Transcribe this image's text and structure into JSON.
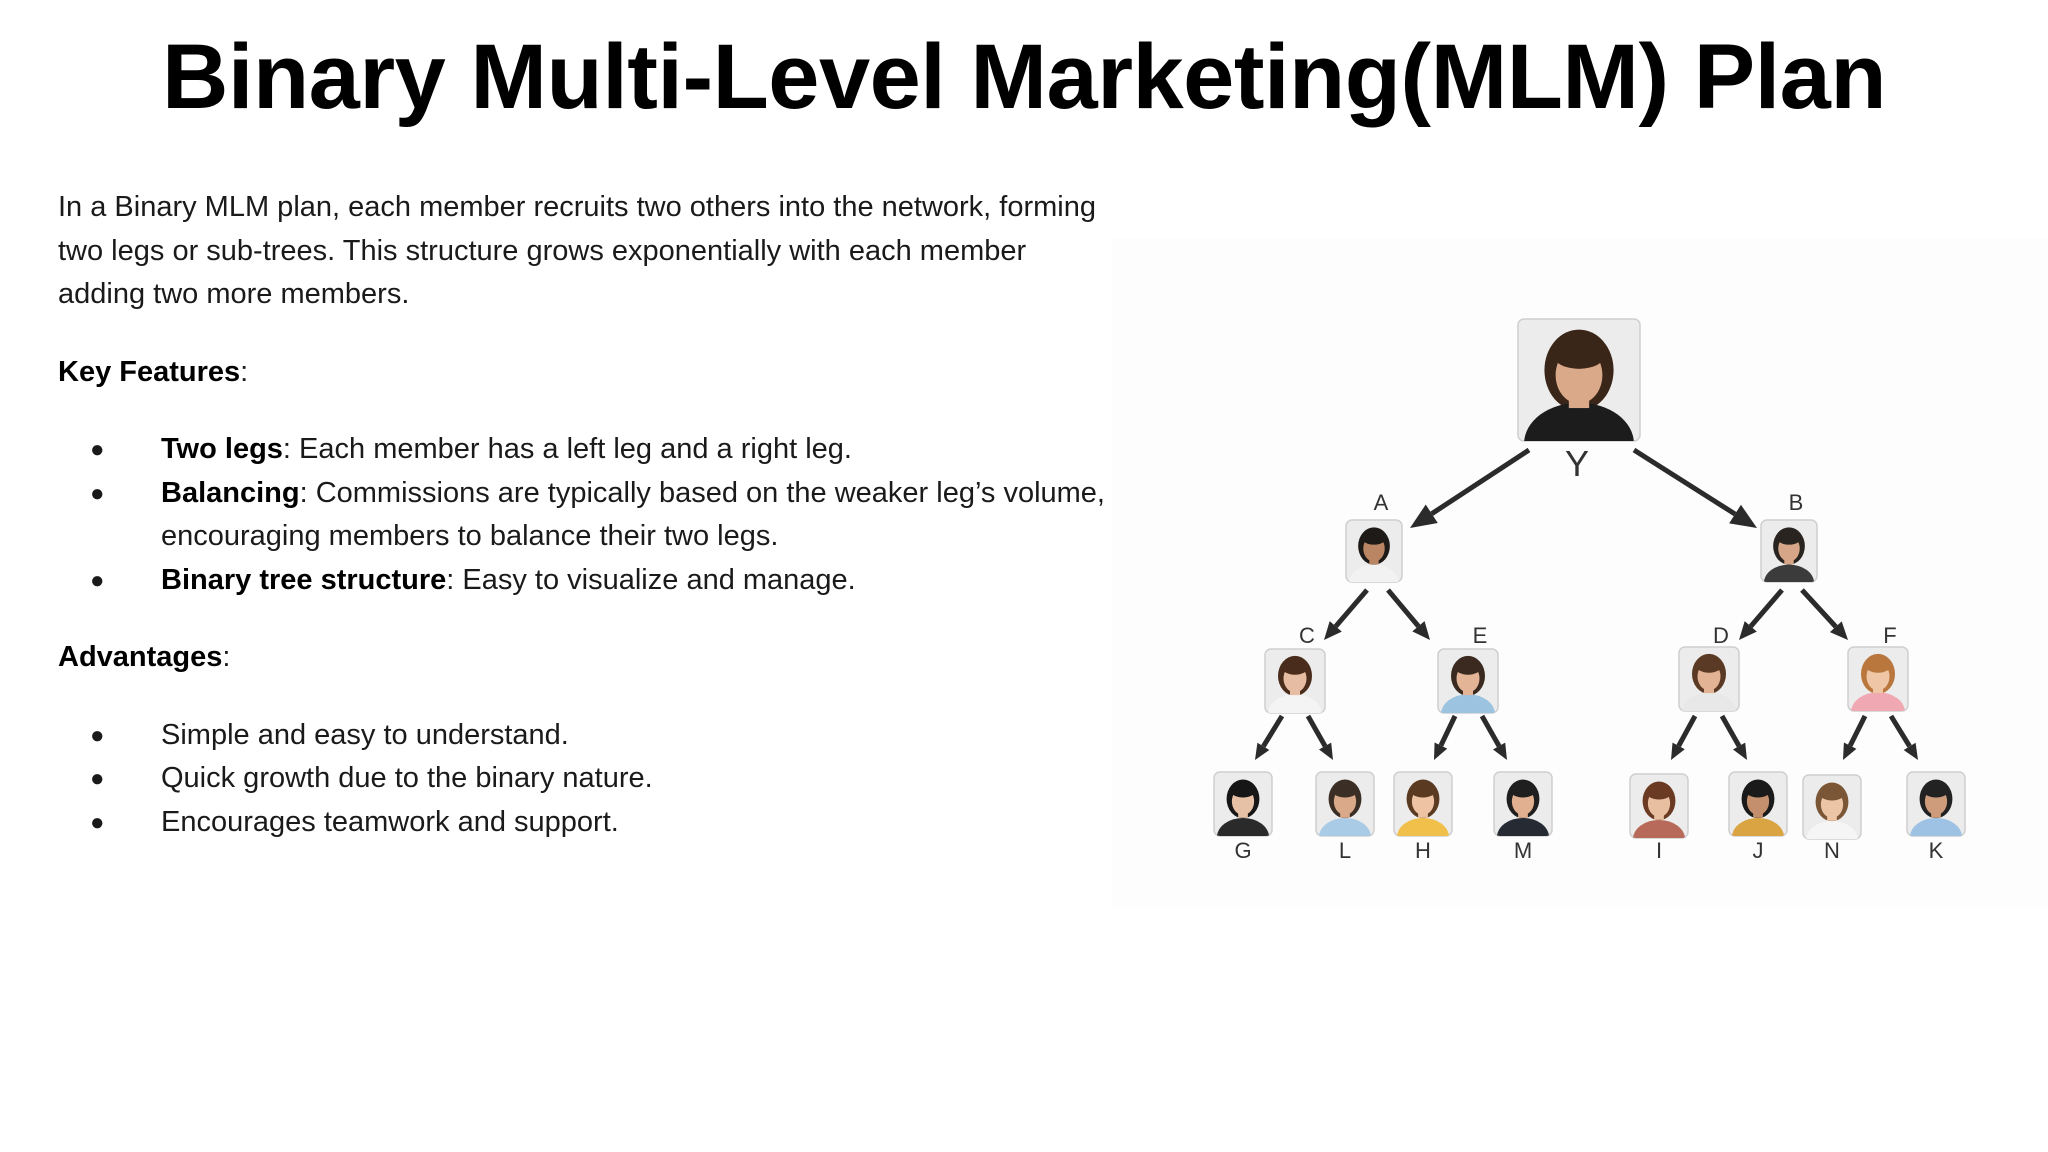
{
  "title": "Binary Multi-Level Marketing(MLM) Plan",
  "intro": "In a Binary MLM plan, each member recruits two others into the network, forming two legs or sub-trees. This structure grows exponentially with each member adding two more members.",
  "key_features": {
    "heading": "Key Features",
    "suffix": ":",
    "items": [
      {
        "term": "Two legs",
        "text": ": Each member has a left leg and a right leg."
      },
      {
        "term": "Balancing",
        "text": ": Commissions are typically based on the weaker leg’s volume, encouraging members to balance their two legs."
      },
      {
        "term": "Binary tree structure",
        "text": ": Easy to visualize and manage."
      }
    ]
  },
  "advantages": {
    "heading": "Advantages",
    "suffix": ":",
    "items": [
      "Simple and easy to understand.",
      "Quick growth due to the binary nature.",
      "Encourages teamwork and support."
    ]
  },
  "bullet_glyph": "●",
  "tree": {
    "root": {
      "label": "Y",
      "hair": "#3a2618",
      "shirt": "#1c1c1c",
      "skin": "#d9a98a"
    },
    "level1": [
      {
        "label": "A",
        "hair": "#1e1a17",
        "shirt": "#f2f2f2",
        "skin": "#b98563"
      },
      {
        "label": "B",
        "hair": "#2a2420",
        "shirt": "#3b3b3b",
        "skin": "#d7a688"
      }
    ],
    "level2": [
      {
        "label": "C",
        "hair": "#4a2c1c",
        "shirt": "#f4f4f4",
        "skin": "#e6bda2"
      },
      {
        "label": "E",
        "hair": "#3a2a1f",
        "shirt": "#9cc3e0",
        "skin": "#e3b596"
      },
      {
        "label": "D",
        "hair": "#5a3a24",
        "shirt": "#e8e8e8",
        "skin": "#e2b394"
      },
      {
        "label": "F",
        "hair": "#b9773d",
        "shirt": "#f0a8b2",
        "skin": "#efc6a6"
      }
    ],
    "level3": [
      {
        "label": "G",
        "hair": "#161616",
        "shirt": "#2a2a2a",
        "skin": "#e7c1a6"
      },
      {
        "label": "L",
        "hair": "#3b2e25",
        "shirt": "#a9cbe6",
        "skin": "#d9a98a"
      },
      {
        "label": "H",
        "hair": "#5b3a22",
        "shirt": "#f1c04a",
        "skin": "#edc3a3"
      },
      {
        "label": "M",
        "hair": "#1f1f1f",
        "shirt": "#262b33",
        "skin": "#e0b090"
      },
      {
        "label": "I",
        "hair": "#6a3b22",
        "shirt": "#b86a5a",
        "skin": "#e8bfa0"
      },
      {
        "label": "J",
        "hair": "#1a1a1a",
        "shirt": "#d9a441",
        "skin": "#c48f6c"
      },
      {
        "label": "N",
        "hair": "#7a5636",
        "shirt": "#f5f5f5",
        "skin": "#ecc5a7"
      },
      {
        "label": "K",
        "hair": "#222222",
        "shirt": "#9ec2e4",
        "skin": "#cf9c7b"
      }
    ]
  }
}
